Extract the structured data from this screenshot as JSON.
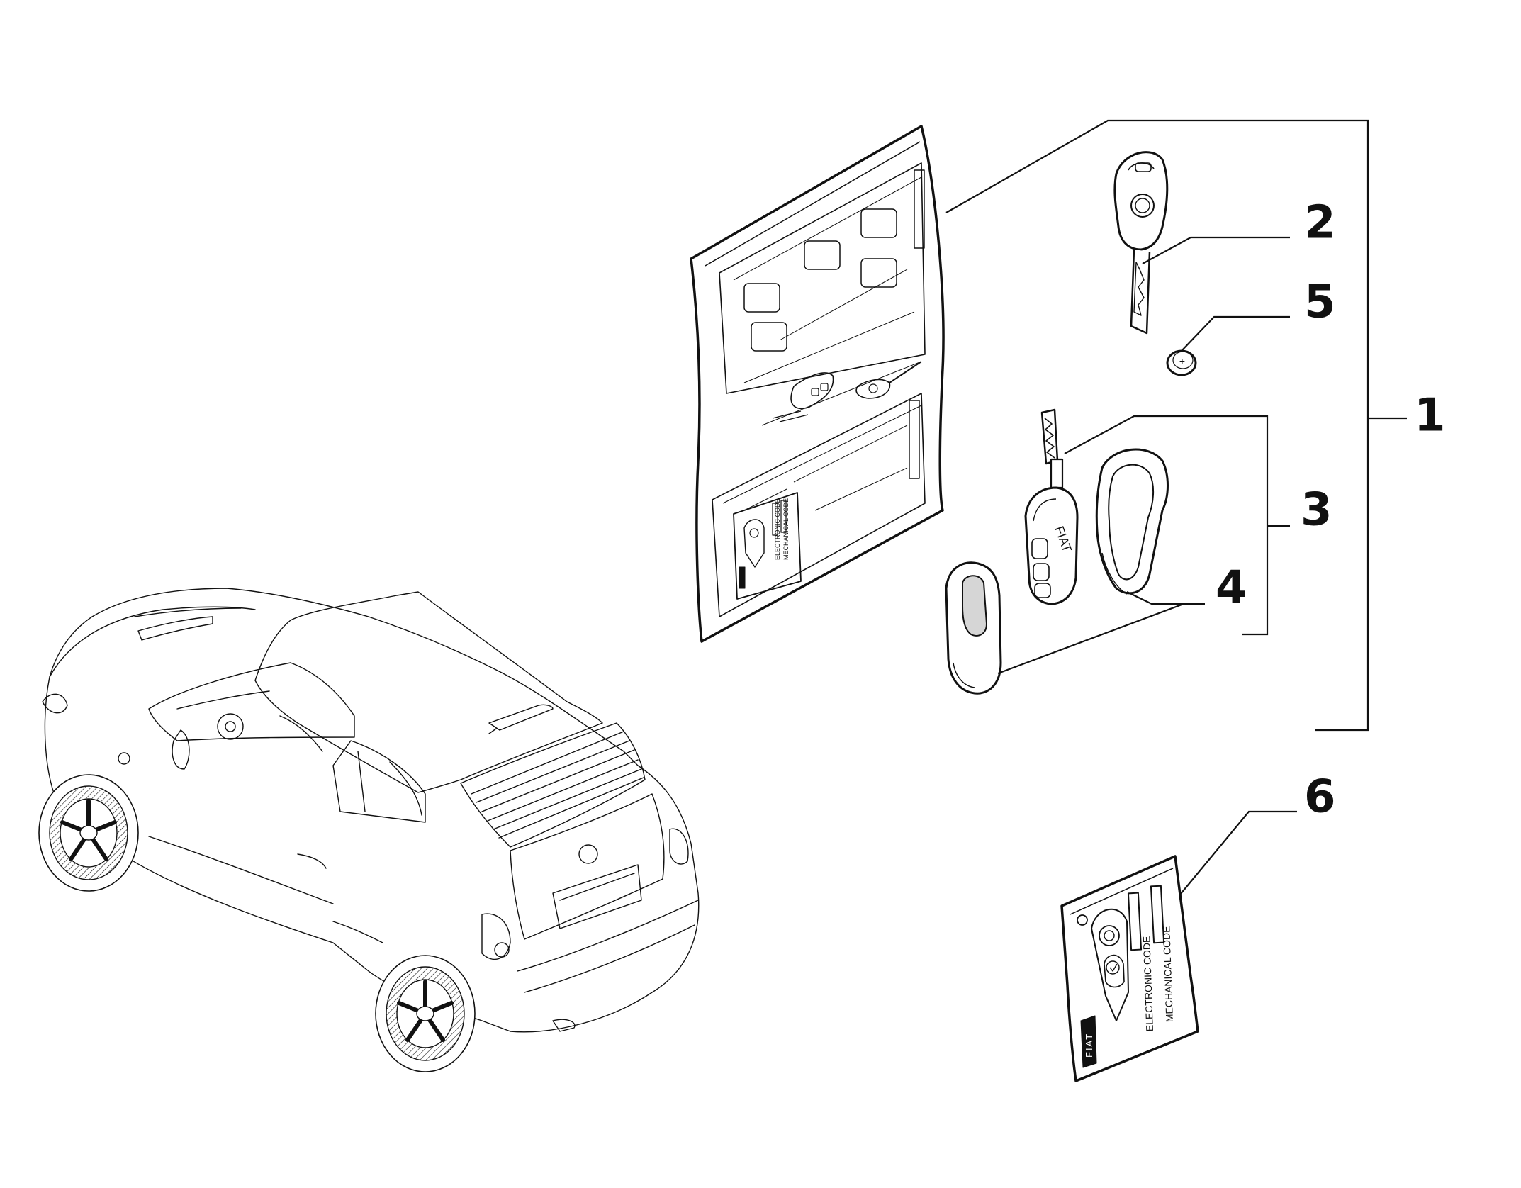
{
  "diagram": {
    "callouts": [
      {
        "id": "1",
        "label": "1"
      },
      {
        "id": "2",
        "label": "2"
      },
      {
        "id": "3",
        "label": "3"
      },
      {
        "id": "4",
        "label": "4"
      },
      {
        "id": "5",
        "label": "5"
      },
      {
        "id": "6",
        "label": "6"
      }
    ],
    "card": {
      "brand": "FIAT",
      "electronic_code_label": "ELECTRONIC CODE",
      "mechanical_code_label": "MECHANICAL CODE"
    },
    "remote_key": {
      "brand": "FIAT"
    },
    "battery_symbol": "+"
  },
  "colors": {
    "line": "#111111",
    "background": "#ffffff",
    "shade": "#d6d6d6"
  }
}
